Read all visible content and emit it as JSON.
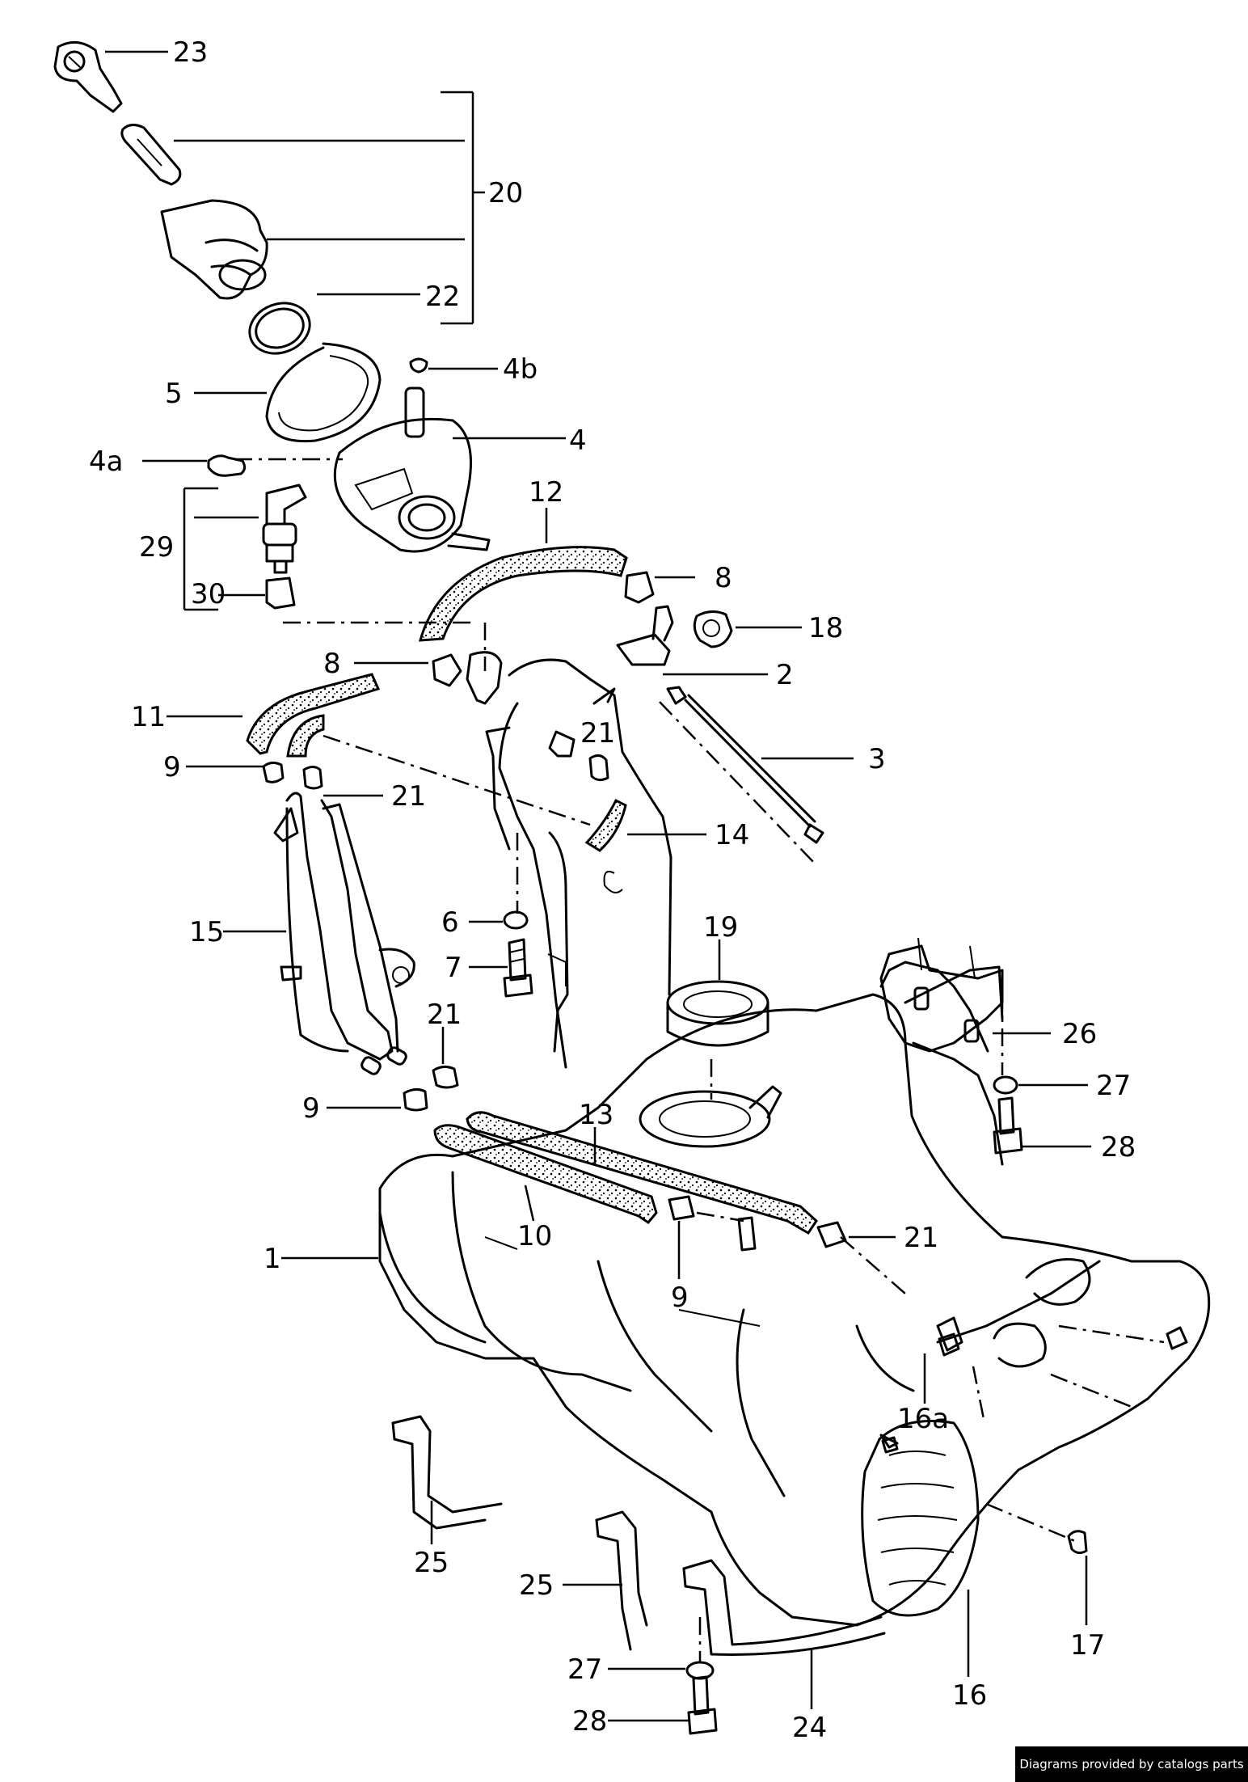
{
  "labels": [
    "23",
    "20",
    "22",
    "5",
    "4b",
    "4",
    "4a",
    "29",
    "30",
    "12",
    "8",
    "18",
    "8",
    "2",
    "11",
    "9",
    "21",
    "21",
    "3",
    "14",
    "15",
    "6",
    "7",
    "19",
    "26",
    "27",
    "28",
    "21",
    "9",
    "13",
    "1",
    "10",
    "9",
    "21",
    "16a",
    "25",
    "25",
    "27",
    "28",
    "24",
    "16",
    "17"
  ],
  "footer": "Diagrams provided by catalogs parts"
}
